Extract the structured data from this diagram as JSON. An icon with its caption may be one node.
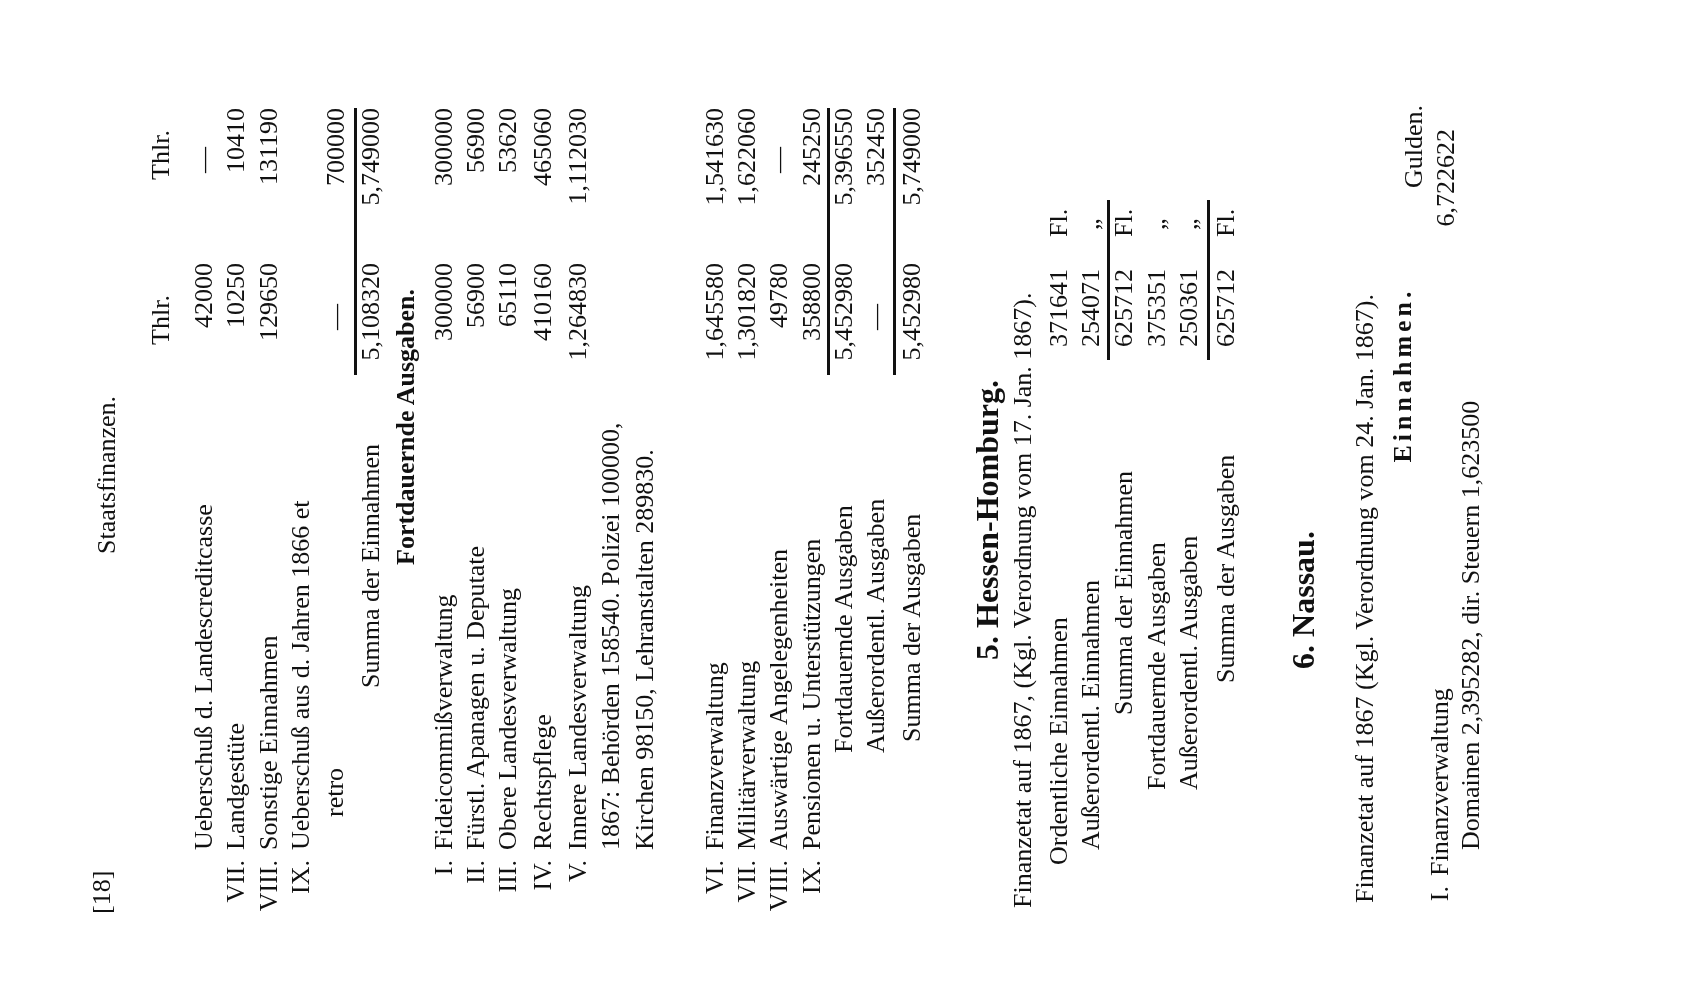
{
  "diagram": {
    "labels": [
      "[18]",
      "Staatsfinanzen.",
      "Thlr.",
      "Thlr.",
      "Ueberschuß d. Landescreditcasse",
      "42000",
      "—",
      "VII.",
      "Landgestüte",
      "10250",
      "10410",
      "VIII.",
      "Sonstige Einnahmen",
      "129650",
      "131190",
      "IX.",
      "Ueberschuß aus d. Jahren 1866 et retro",
      "—",
      "700000",
      "Summa der Einnahmen",
      "5,108320",
      "5,749000",
      "Fortdauernde Ausgaben.",
      "I.",
      "Fideicommißverwaltung",
      "300000",
      "300000",
      "II.",
      "Fürstl. Apanagen u. Deputate",
      "56900",
      "56900",
      "III.",
      "Obere Landesverwaltung",
      "65110",
      "53620",
      "IV.",
      "Rechtspflege",
      "410160",
      "465060",
      "V.",
      "Innere Landesverwaltung",
      "1,264830",
      "1,112030",
      "1867: Behörden 158540. Polizei 100000, Kirchen 98150, Lehranstalten 289830.",
      "VI.",
      "Finanzverwaltung",
      "1,645580",
      "1,541630",
      "VII.",
      "Militärverwaltung",
      "1,301820",
      "1,622060",
      "VIII.",
      "Auswärtige Angelegenheiten",
      "49780",
      "—",
      "IX.",
      "Pensionen u. Unterstützungen",
      "358800",
      "245250",
      "Fortdauernde Ausgaben",
      "5,452980",
      "5,396550",
      "Außerordentl. Ausgaben",
      "—",
      "352450",
      "Summa der Ausgaben",
      "5,452980",
      "5,749000",
      "5. Hessen-Homburg.",
      "Finanzetat auf 1867, (Kgl. Verordnung vom 17. Jan. 1867).",
      "Ordentliche Einnahmen",
      "371641",
      "Fl.",
      "Außerordentl. Einnahmen",
      "254071",
      "„",
      "Summa der Einnahmen",
      "625712",
      "Fl.",
      "Fortdauernde Ausgaben",
      "375351",
      "„",
      "Außerordentl. Ausgaben",
      "250361",
      "„",
      "Summa der Ausgaben",
      "625712",
      "Fl.",
      "6. Nassau.",
      "Finanzetat auf 1867 (Kgl. Verordnung vom 24. Jan. 1867).",
      "Einnahmen.",
      "Gulden.",
      "I.",
      "Finanzverwaltung",
      "6,722622",
      "Domainen 2,395282, dir. Steuern 1,623500"
    ]
  }
}
